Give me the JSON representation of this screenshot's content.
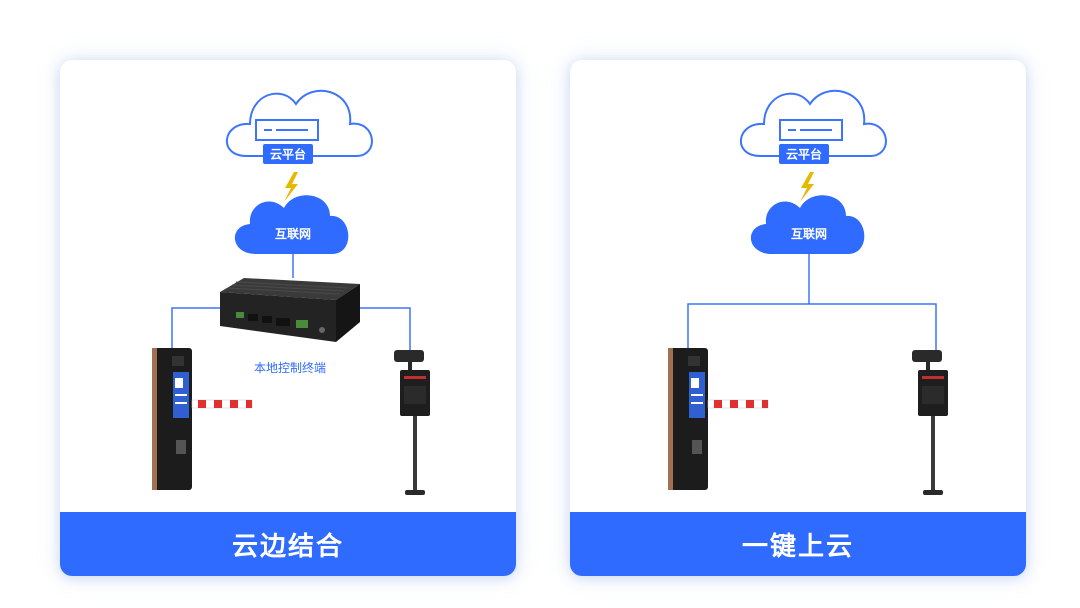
{
  "cards": [
    {
      "cloud_platform_label": "云平台",
      "internet_label": "互联网",
      "terminal_label": "本地控制终端",
      "footer_title": "云边结合"
    },
    {
      "cloud_platform_label": "云平台",
      "internet_label": "互联网",
      "footer_title": "一键上云"
    }
  ],
  "colors": {
    "accent": "#2f6bff",
    "line": "#3d74ff",
    "lightning": "#e6b800",
    "barrier_red": "#e03030"
  },
  "icons": {
    "cloud_platform": "cloud-server-icon",
    "internet": "cloud-icon",
    "lightning": "lightning-icon",
    "terminal": "edge-controller-device",
    "kiosk": "parking-kiosk",
    "camera": "lpr-camera-pole"
  }
}
